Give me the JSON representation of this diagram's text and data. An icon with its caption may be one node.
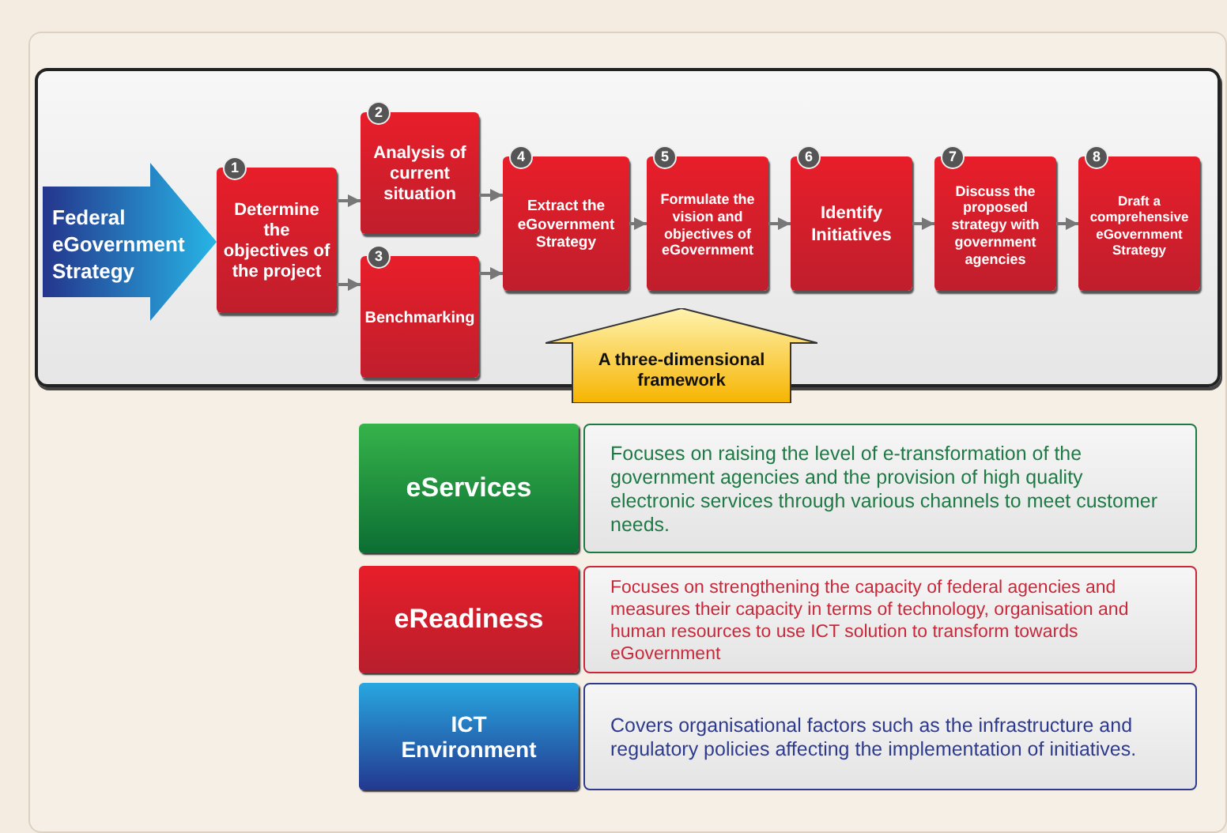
{
  "diagram": {
    "nodes": [
      {
        "text": [],
        "shape": "box"
      },
      {
        "text": [
          "Federal eGovernment Strategy"
        ],
        "in": 0
      },
      {
        "text": [
          "1",
          "Determine the objectives of the project"
        ],
        "in": 0
      },
      {
        "text": [
          "2",
          "Analysis of current situation"
        ],
        "in": 0
      },
      {
        "text": [
          "3",
          "Benchmarking"
        ],
        "in": 0
      },
      {
        "text": [
          "4",
          "Extract the eGovernment Strategy"
        ],
        "in": 0
      },
      {
        "text": [
          "5",
          "Formulate the vision and objectives of eGovernment"
        ],
        "in": 0
      },
      {
        "text": [
          "6",
          "Identify Initiatives"
        ],
        "in": 0
      },
      {
        "text": [
          "7",
          "Discuss the proposed strategy with government agencies"
        ],
        "in": 0
      },
      {
        "text": [
          "8",
          "Draft a comprehensive eGovernment Strategy"
        ],
        "in": 0
      },
      {
        "text": [
          "A three-dimensional framework"
        ]
      },
      {
        "text": [
          "eServices"
        ]
      },
      {
        "text": [
          "Focuses on raising the level of e-transformation of the government agencies and the provision of high quality electronic services through various channels to meet customer needs."
        ]
      },
      {
        "text": [
          "eReadiness"
        ]
      },
      {
        "text": [
          "Focuses on strengthening the capacity of federal agencies and measures their capacity in terms of technology, organisation and human resources to use ICT solution to transform towards eGovernment"
        ]
      },
      {
        "text": [
          "ICT Environment"
        ]
      },
      {
        "text": [
          "Covers organisational factors such as the infrastructure and regulatory policies affecting the implementation of initiatives."
        ]
      }
    ],
    "edges": [
      {
        "from": 2,
        "to": 3,
        "arrow": "to"
      },
      {
        "from": 2,
        "to": 4,
        "arrow": "to"
      },
      {
        "from": 3,
        "to": 5,
        "arrow": "to"
      },
      {
        "from": 4,
        "to": 5,
        "arrow": "to"
      },
      {
        "from": 5,
        "to": 6,
        "arrow": "to"
      },
      {
        "from": 6,
        "to": 7,
        "arrow": "to"
      },
      {
        "from": 7,
        "to": 8,
        "arrow": "to"
      },
      {
        "from": 8,
        "to": 9,
        "arrow": "to"
      }
    ]
  }
}
